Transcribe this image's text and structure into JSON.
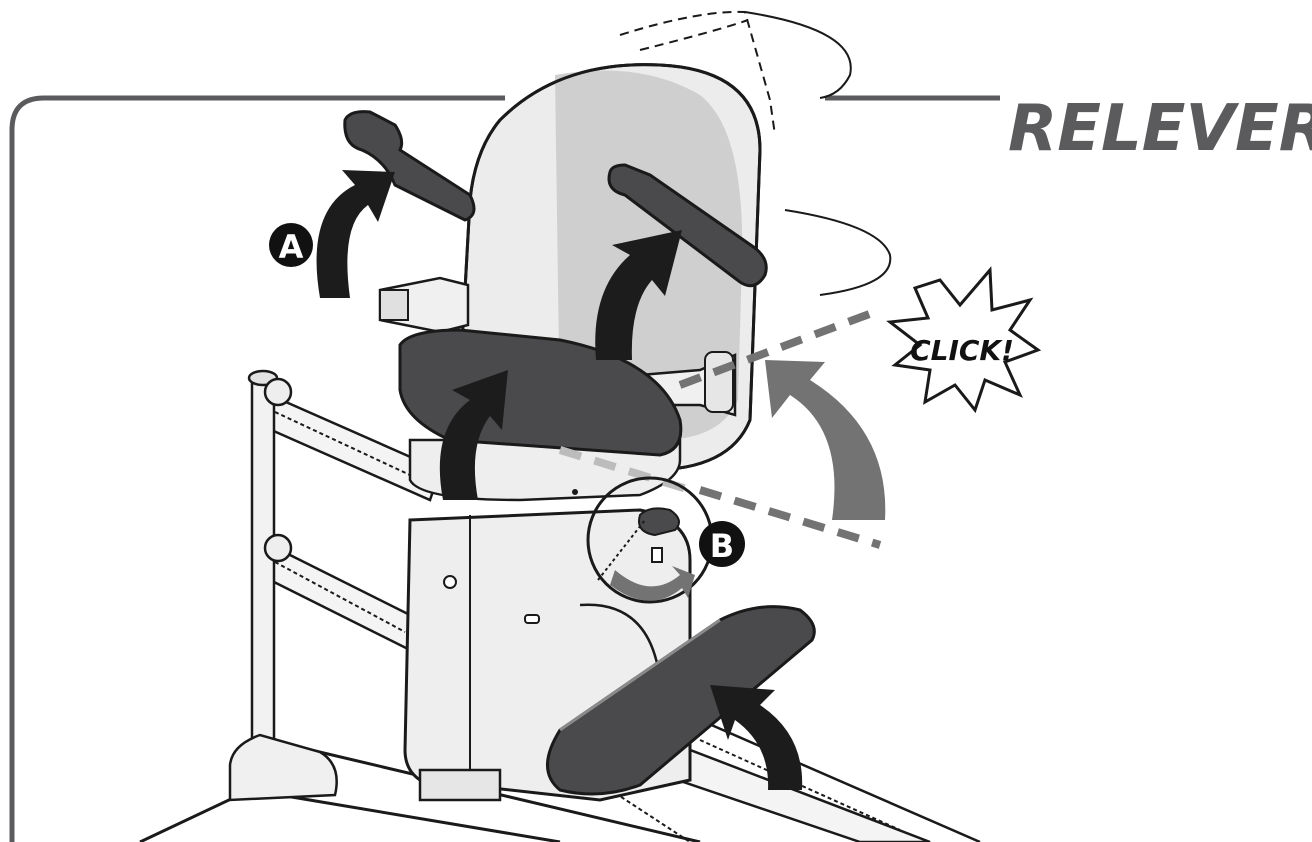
{
  "header": {
    "title": "RELEVER"
  },
  "labels": {
    "step_a": "A",
    "step_b": "B",
    "click": "CLICK!"
  },
  "colors": {
    "frame": "#5b5b5d",
    "arrow_dark": "#1c1c1c",
    "arrow_grey": "#737373",
    "upholstery": "#4a4a4c",
    "shell": "#ececec",
    "shell_shade": "#cfcfcf",
    "outline": "#1a1a1a"
  }
}
